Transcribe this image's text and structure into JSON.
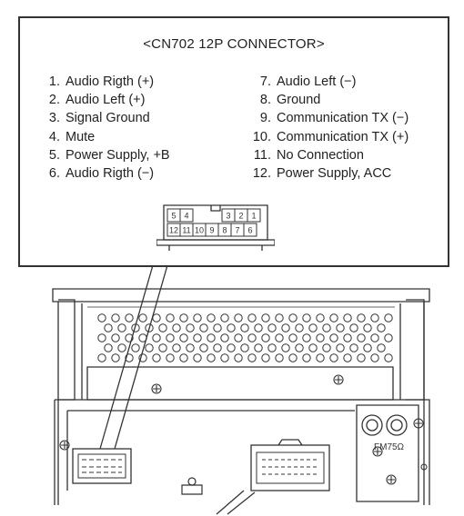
{
  "connector_title": "<CN702 12P CONNECTOR>",
  "pins_left": [
    {
      "num": "1.",
      "label": "Audio Rigth (+)"
    },
    {
      "num": "2.",
      "label": "Audio Left (+)"
    },
    {
      "num": "3.",
      "label": "Signal Ground"
    },
    {
      "num": "4.",
      "label": "Mute"
    },
    {
      "num": "5.",
      "label": "Power Supply, +B"
    },
    {
      "num": "6.",
      "label": "Audio Rigth (−)"
    }
  ],
  "pins_right": [
    {
      "num": "7.",
      "label": "Audio Left (−)"
    },
    {
      "num": "8.",
      "label": "Ground"
    },
    {
      "num": "9.",
      "label": "Communication TX (−)"
    },
    {
      "num": "10.",
      "label": "Communication TX (+)"
    },
    {
      "num": "11.",
      "label": "No Connection"
    },
    {
      "num": "12.",
      "label": "Power Supply, ACC"
    }
  ],
  "connector_pins": {
    "top_row": [
      "5",
      "4",
      "3",
      "2",
      "1"
    ],
    "bottom_row": [
      "12",
      "11",
      "10",
      "9",
      "8",
      "7",
      "6"
    ]
  },
  "antenna_label": "FM75Ω"
}
